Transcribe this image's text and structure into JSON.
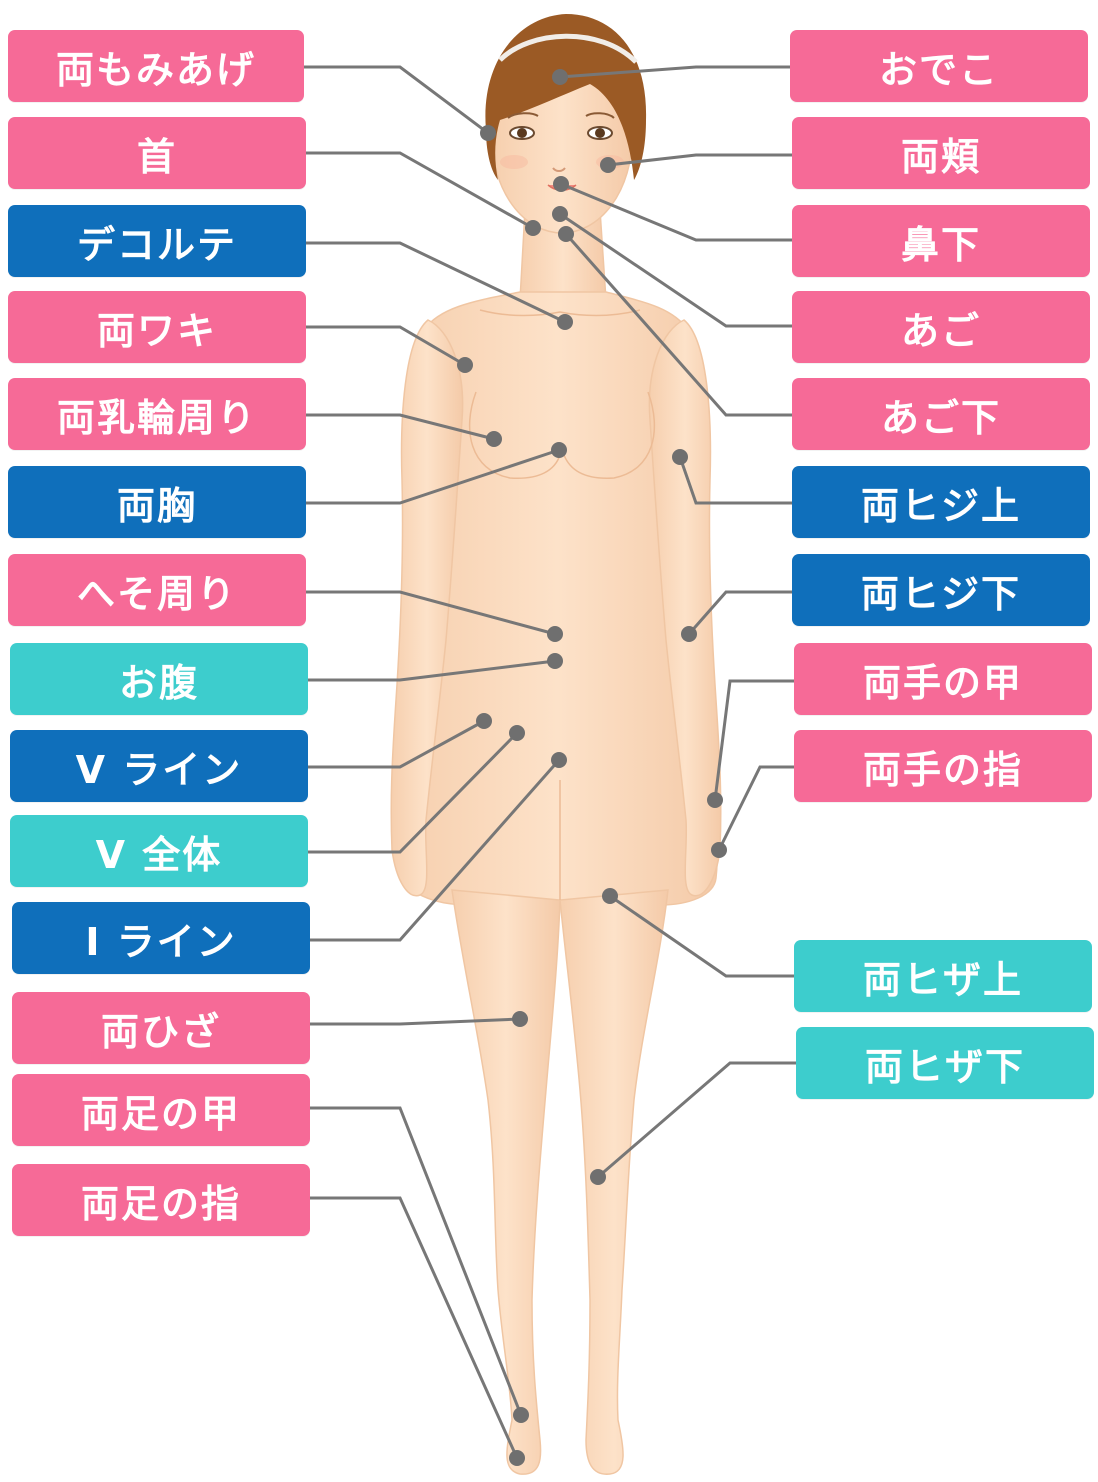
{
  "colors": {
    "pink": "#f66a97",
    "blue": "#0f6fbb",
    "teal": "#3dcdcd",
    "skin": "#fbdcc0",
    "hair": "#9b5a25",
    "line": "#777777"
  },
  "labels": {
    "left": [
      {
        "text": "両もみあげ",
        "color": "pink"
      },
      {
        "text": "首",
        "color": "pink"
      },
      {
        "text": "デコルテ",
        "color": "blue"
      },
      {
        "text": "両ワキ",
        "color": "pink"
      },
      {
        "text": "両乳輪周り",
        "color": "pink"
      },
      {
        "text": "両胸",
        "color": "blue"
      },
      {
        "text": "へそ周り",
        "color": "pink"
      },
      {
        "text": "お腹",
        "color": "teal"
      },
      {
        "text": "V ライン",
        "color": "blue"
      },
      {
        "text": "V 全体",
        "color": "teal"
      },
      {
        "text": "I ライン",
        "color": "blue"
      },
      {
        "text": "両ひざ",
        "color": "pink"
      },
      {
        "text": "両足の甲",
        "color": "pink"
      },
      {
        "text": "両足の指",
        "color": "pink"
      }
    ],
    "right": [
      {
        "text": "おでこ",
        "color": "pink"
      },
      {
        "text": "両頬",
        "color": "pink"
      },
      {
        "text": "鼻下",
        "color": "pink"
      },
      {
        "text": "あご",
        "color": "pink"
      },
      {
        "text": "あご下",
        "color": "pink"
      },
      {
        "text": "両ヒジ上",
        "color": "blue"
      },
      {
        "text": "両ヒジ下",
        "color": "blue"
      },
      {
        "text": "両手の甲",
        "color": "pink"
      },
      {
        "text": "両手の指",
        "color": "pink"
      },
      {
        "text": "両ヒザ上",
        "color": "teal"
      },
      {
        "text": "両ヒザ下",
        "color": "teal"
      }
    ]
  }
}
